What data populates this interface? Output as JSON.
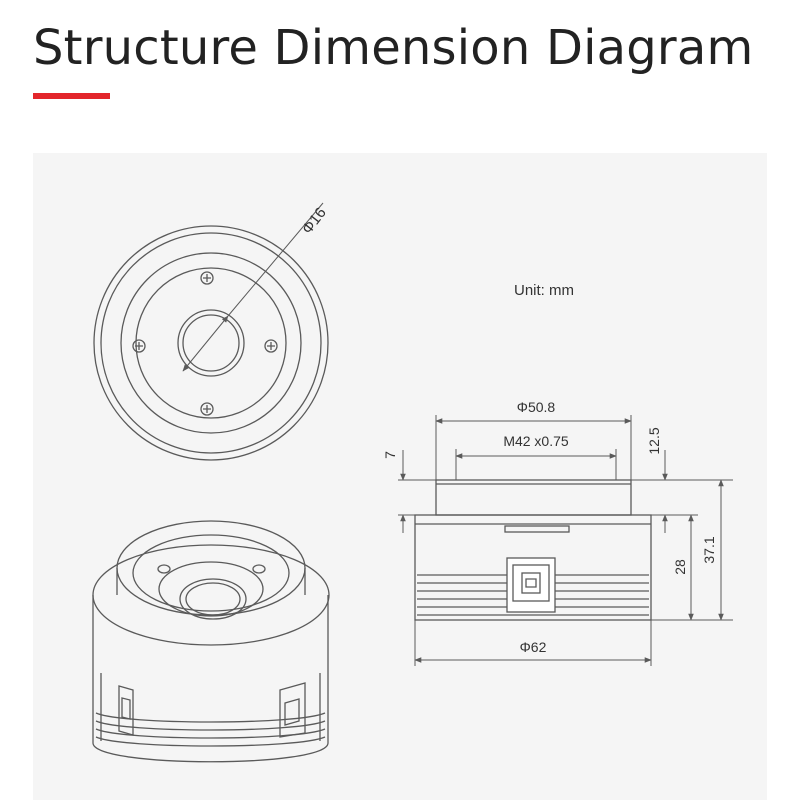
{
  "header": {
    "title": "Structure Dimension Diagram"
  },
  "colors": {
    "accent": "#e3262b",
    "panel_bg": "#f5f5f5",
    "line": "#5a5a5a",
    "text": "#333333"
  },
  "diagram": {
    "unit_label": "Unit: mm",
    "dimensions": {
      "inner_aperture": "Φ16",
      "front_diameter": "Φ50.8",
      "thread": "M42 x0.75",
      "front_height": "12.5",
      "front_depth": "7",
      "body_height": "28",
      "total_height": "37.1",
      "body_diameter": "Φ62"
    }
  }
}
